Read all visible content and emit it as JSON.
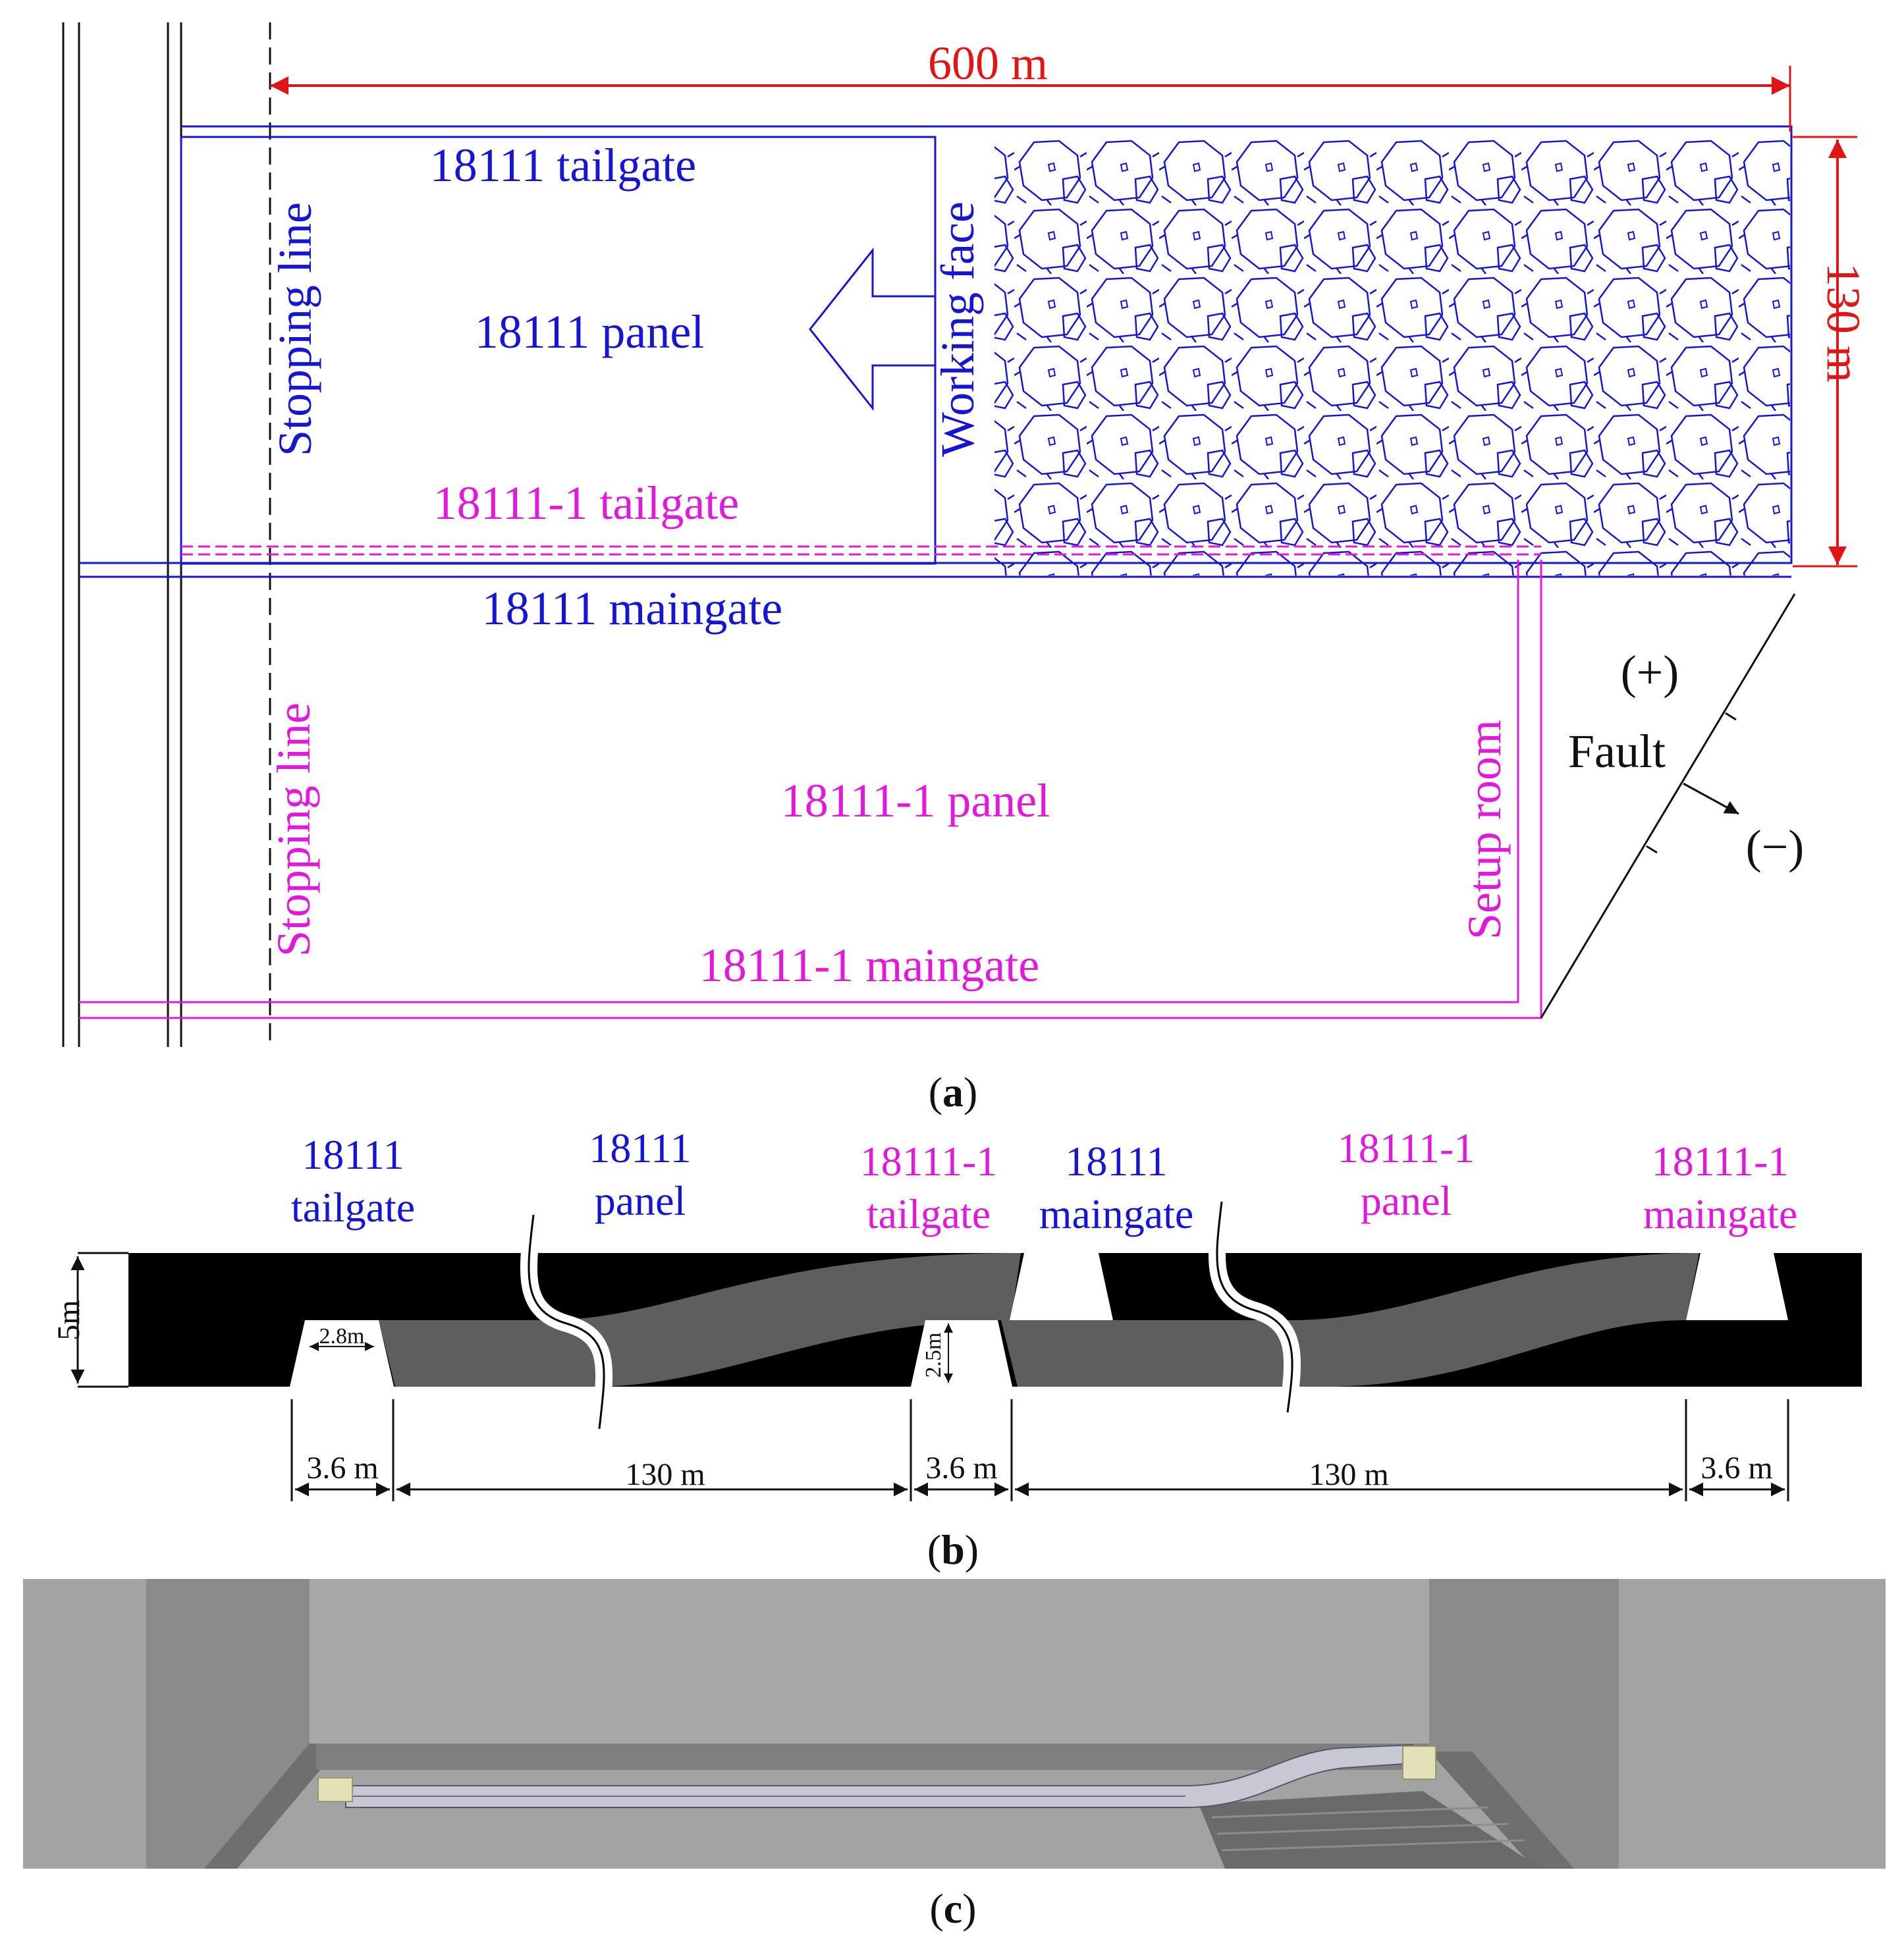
{
  "panel_a": {
    "dimension_length": "600 m",
    "dimension_width": "130 m",
    "tailgate_18111": "18111 tailgate",
    "panel_18111": "18111 panel",
    "tailgate_18111_1": "18111-1 tailgate",
    "stopping_line": "Stopping line",
    "working_face": "Working face",
    "maingate_18111": "18111 maingate",
    "panel_18111_1": "18111-1 panel",
    "maingate_18111_1": "18111-1 maingate",
    "stopping_line_2": "Stopping line",
    "setup_room": "Setup room",
    "fault_label": "Fault",
    "fault_plus": "(+)",
    "fault_minus": "(−)",
    "caption_letter": "a",
    "colors": {
      "blue": "#1515d2",
      "magenta": "#e01ad8",
      "red": "#e01515",
      "black": "#111111"
    }
  },
  "panel_b": {
    "headings": [
      {
        "line1": "18111",
        "line2": "tailgate",
        "color": "blue"
      },
      {
        "line1": "18111",
        "line2": "panel",
        "color": "blue"
      },
      {
        "line1": "18111-1",
        "line2": "tailgate",
        "color": "magenta"
      },
      {
        "line1": "18111",
        "line2": "maingate",
        "color": "blue"
      },
      {
        "line1": "18111-1",
        "line2": "panel",
        "color": "magenta"
      },
      {
        "line1": "18111-1",
        "line2": "maingate",
        "color": "magenta"
      }
    ],
    "thickness": "5m",
    "roadway_width_top": "2.8m",
    "roadway_height": "2.5m",
    "bottom_dimensions": [
      "3.6 m",
      "130 m",
      "3.6 m",
      "130 m",
      "3.6 m"
    ],
    "caption_letter": "b",
    "colors": {
      "coal": "#000000",
      "gob": "#5e5e5e",
      "roadway": "#ffffff"
    }
  },
  "panel_c": {
    "caption_letter": "c",
    "colors": {
      "background": "#a3a3a3",
      "wall": "#8a8a8a",
      "support": "#c8c8d4",
      "pillar": "#e4e0b8"
    }
  }
}
